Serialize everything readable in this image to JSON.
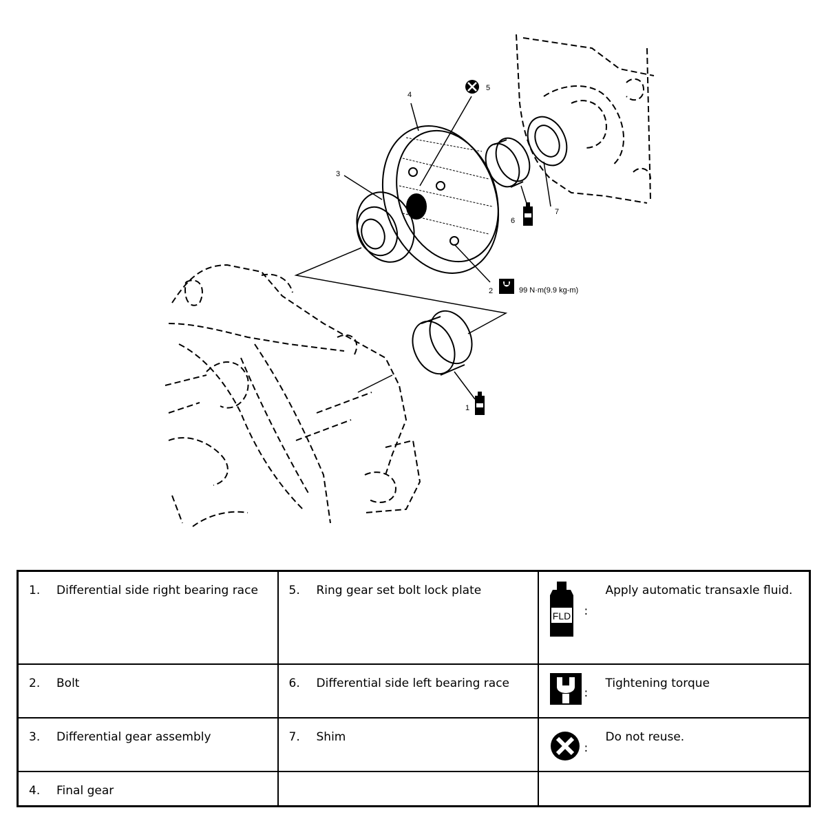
{
  "diagram": {
    "callouts": {
      "c1": "1",
      "c2": "2",
      "c3": "3",
      "c4": "4",
      "c5": "5",
      "c6": "6",
      "c7": "7"
    },
    "torque_spec": "99 N·m(9.9 kg-m)",
    "fluid_icon_text": "FLD"
  },
  "legend": {
    "items": [
      {
        "num": "1.",
        "text": "Differential side right bearing race"
      },
      {
        "num": "2.",
        "text": "Bolt"
      },
      {
        "num": "3.",
        "text": "Differential gear assembly"
      },
      {
        "num": "4.",
        "text": "Final gear"
      },
      {
        "num": "5.",
        "text": "Ring gear set bolt lock plate"
      },
      {
        "num": "6.",
        "text": "Differential side left bearing race"
      },
      {
        "num": "7.",
        "text": "Shim"
      }
    ],
    "symbols": [
      {
        "icon": "fluid-bottle-icon",
        "colon": ":",
        "text": "Apply automatic transaxle fluid.",
        "icon_text": "FLD"
      },
      {
        "icon": "torque-wrench-icon",
        "colon": ":",
        "text": "Tightening torque"
      },
      {
        "icon": "do-not-reuse-icon",
        "colon": ":",
        "text": "Do not reuse."
      }
    ]
  }
}
